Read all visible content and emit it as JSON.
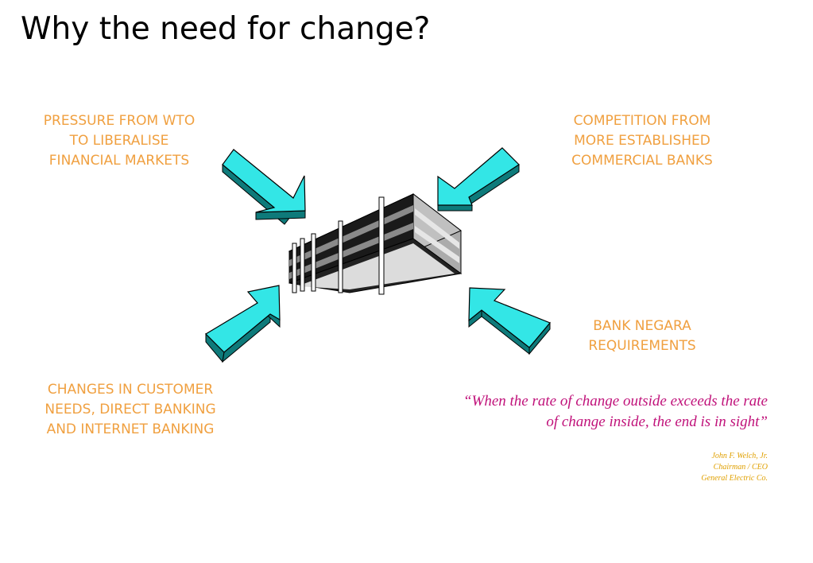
{
  "slide": {
    "title": "Why the need for change?"
  },
  "factors": {
    "wto": "PRESSURE FROM WTO\nTO  LIBERALISE\nFINANCIAL MARKETS",
    "competition": "COMPETITION FROM\nMORE ESTABLISHED\nCOMMERCIAL BANKS",
    "bank_negara": "BANK NEGARA\nREQUIREMENTS",
    "customers": "CHANGES IN CUSTOMER\nNEEDS, DIRECT BANKING\nAND INTERNET BANKING"
  },
  "quote": {
    "text": "“When the rate of change outside exceeds the rate\nof change inside, the end is in sight”",
    "author_name": "John F. Welch, Jr.",
    "author_role": "Chairman / CEO",
    "author_company": "General Electric Co."
  },
  "icons": {
    "center": "bank-building-icon",
    "arrows": [
      "arrow-from-top-left-icon",
      "arrow-from-top-right-icon",
      "arrow-from-bottom-left-icon",
      "arrow-from-bottom-right-icon"
    ]
  },
  "colors": {
    "factor_text": "#F0A040",
    "quote_text": "#C0127A",
    "attribution_text": "#E0A000",
    "arrow_fill": "#33E6E6",
    "arrow_side": "#0E7A7A",
    "title_text": "#000000"
  }
}
